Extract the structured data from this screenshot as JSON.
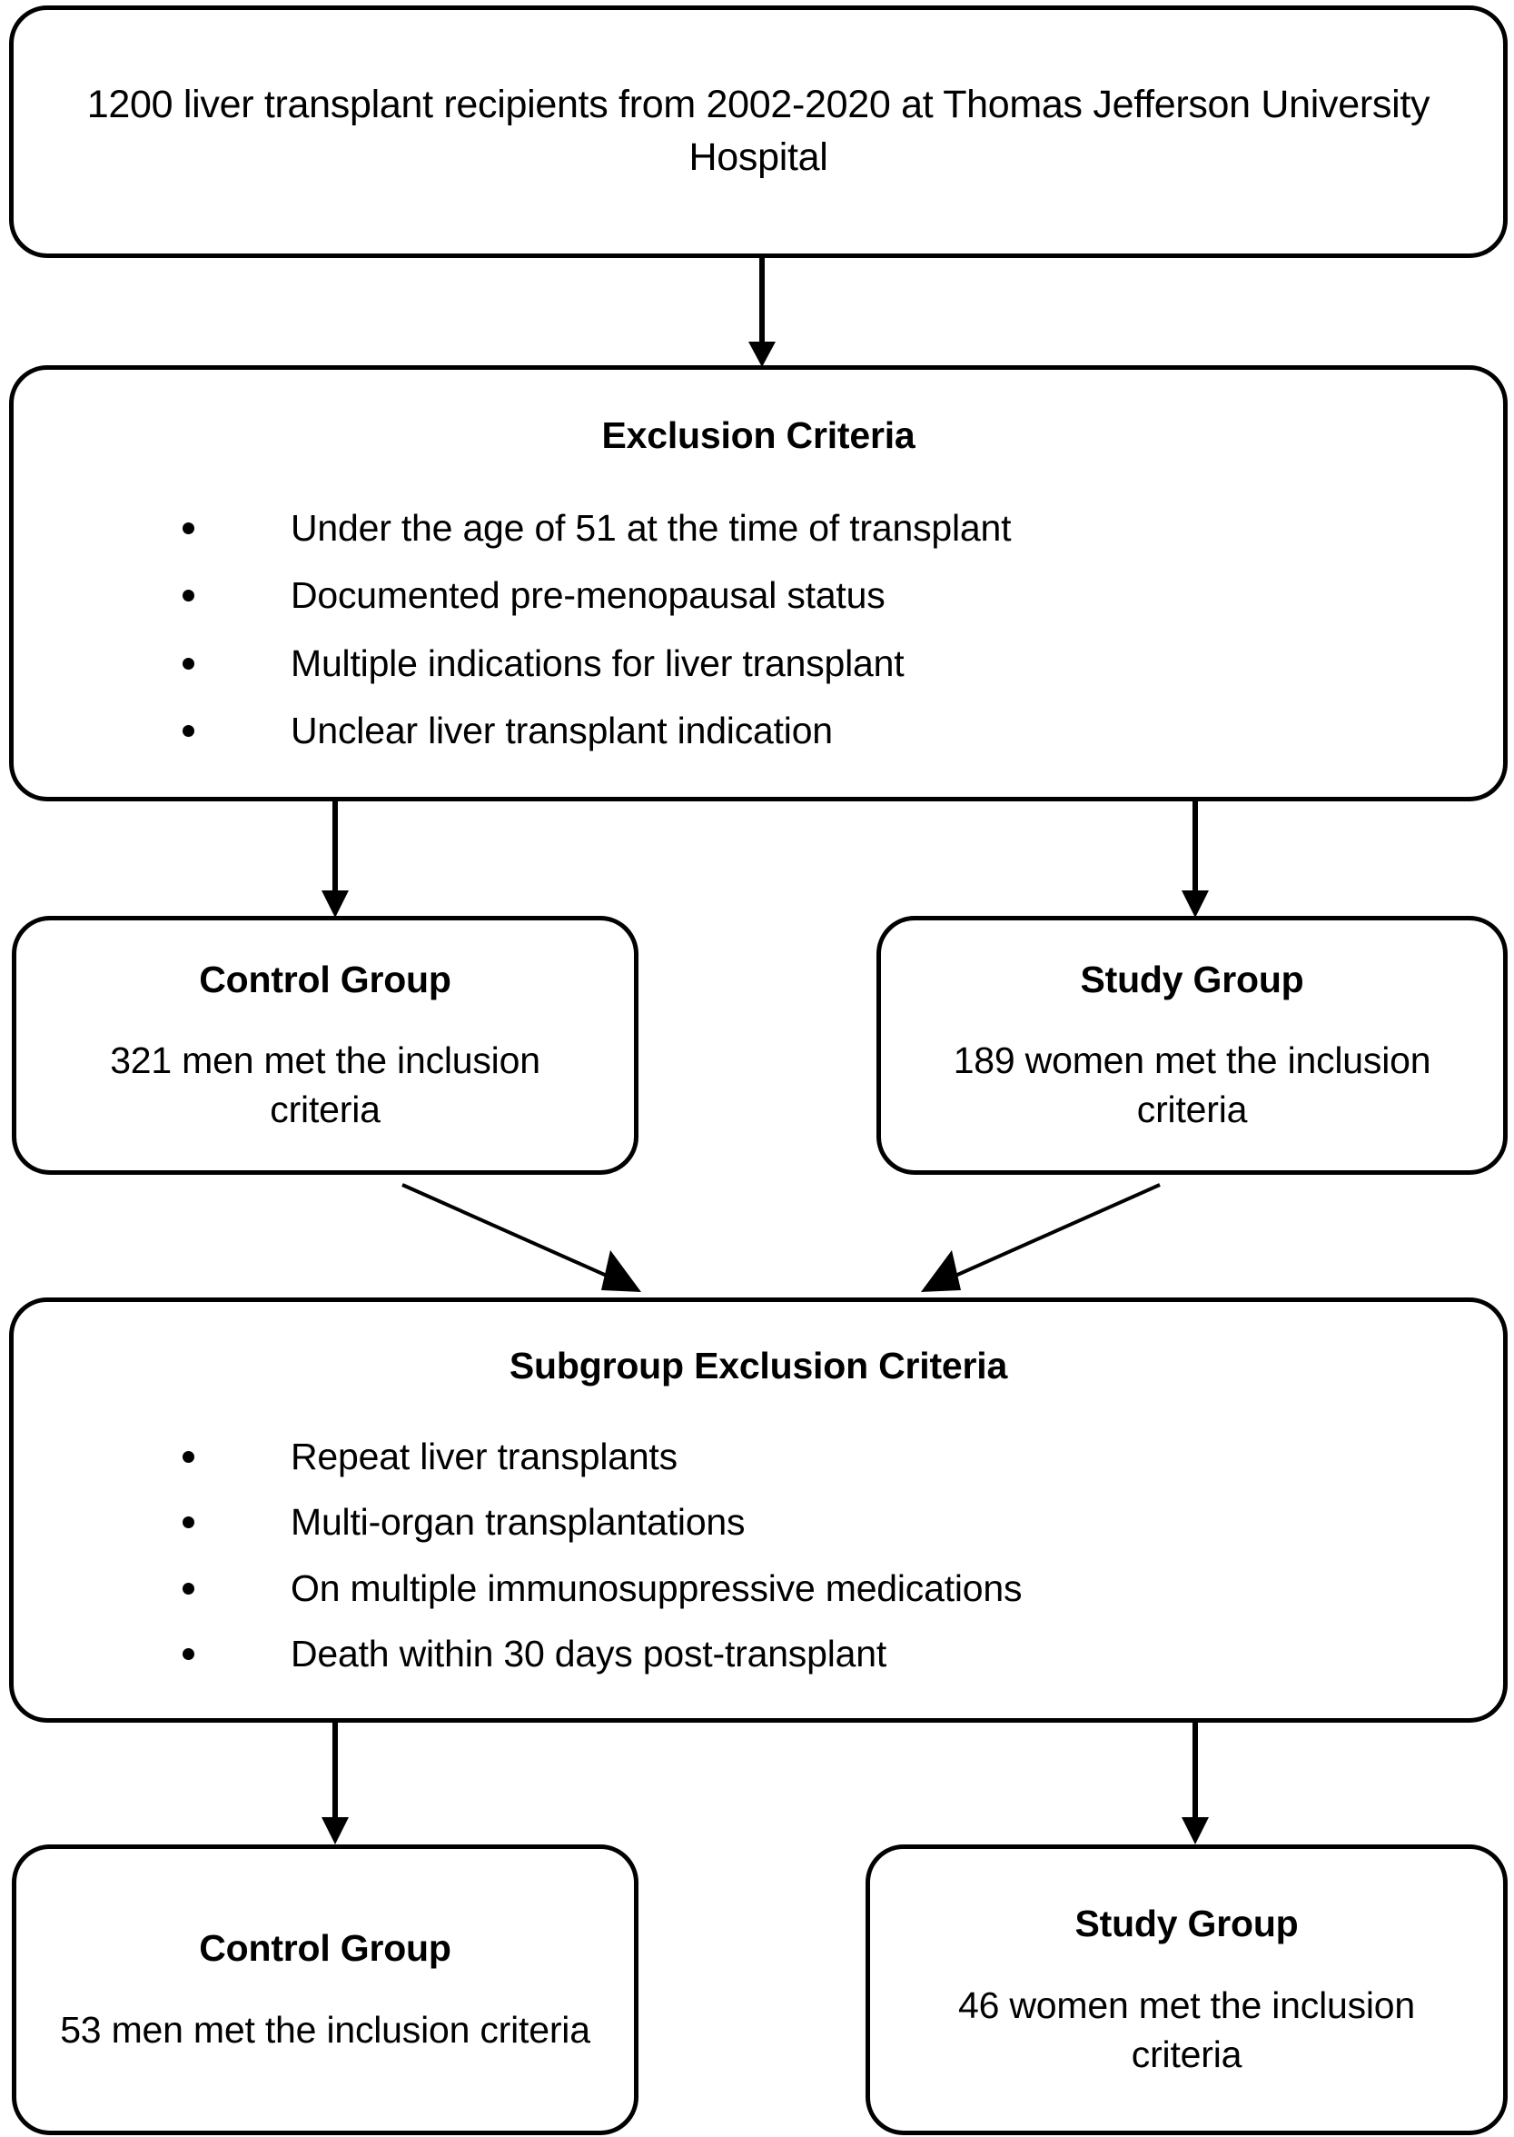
{
  "diagram": {
    "title": "Liver transplant recipient study flow diagram",
    "line_color": "#000000",
    "background_color": "#ffffff"
  },
  "nodes": {
    "source_cohort": {
      "text": "1200 liver transplant recipients from 2002-2020 at Thomas Jefferson University Hospital"
    },
    "exclusion_criteria": {
      "title": "Exclusion Criteria",
      "items": [
        "Under the age of 51 at the time of transplant",
        "Documented pre-menopausal status",
        "Multiple indications for liver transplant",
        "Unclear liver transplant indication"
      ]
    },
    "control_group_1": {
      "title": "Control Group",
      "text": "321 men met the inclusion criteria"
    },
    "study_group_1": {
      "title": "Study Group",
      "text": "189 women met the inclusion criteria"
    },
    "subgroup_exclusion_criteria": {
      "title": "Subgroup Exclusion Criteria",
      "items": [
        "Repeat liver transplants",
        "Multi-organ transplantations",
        "On multiple immunosuppressive medications",
        "Death within 30 days post-transplant"
      ]
    },
    "control_group_2": {
      "title": "Control Group",
      "text": "53 men met the inclusion criteria"
    },
    "study_group_2": {
      "title": "Study Group",
      "text": "46 women met the inclusion criteria"
    }
  },
  "connectors": [
    {
      "name": "source-to-exclusion",
      "kind": "arrow-down"
    },
    {
      "name": "exclusion-to-control-1",
      "kind": "arrow-down"
    },
    {
      "name": "exclusion-to-study-1",
      "kind": "arrow-down"
    },
    {
      "name": "control-1-to-subgroup",
      "kind": "arrow-diagonal"
    },
    {
      "name": "study-1-to-subgroup",
      "kind": "arrow-diagonal"
    },
    {
      "name": "subgroup-to-control-2",
      "kind": "arrow-down"
    },
    {
      "name": "subgroup-to-study-2",
      "kind": "arrow-down"
    }
  ]
}
